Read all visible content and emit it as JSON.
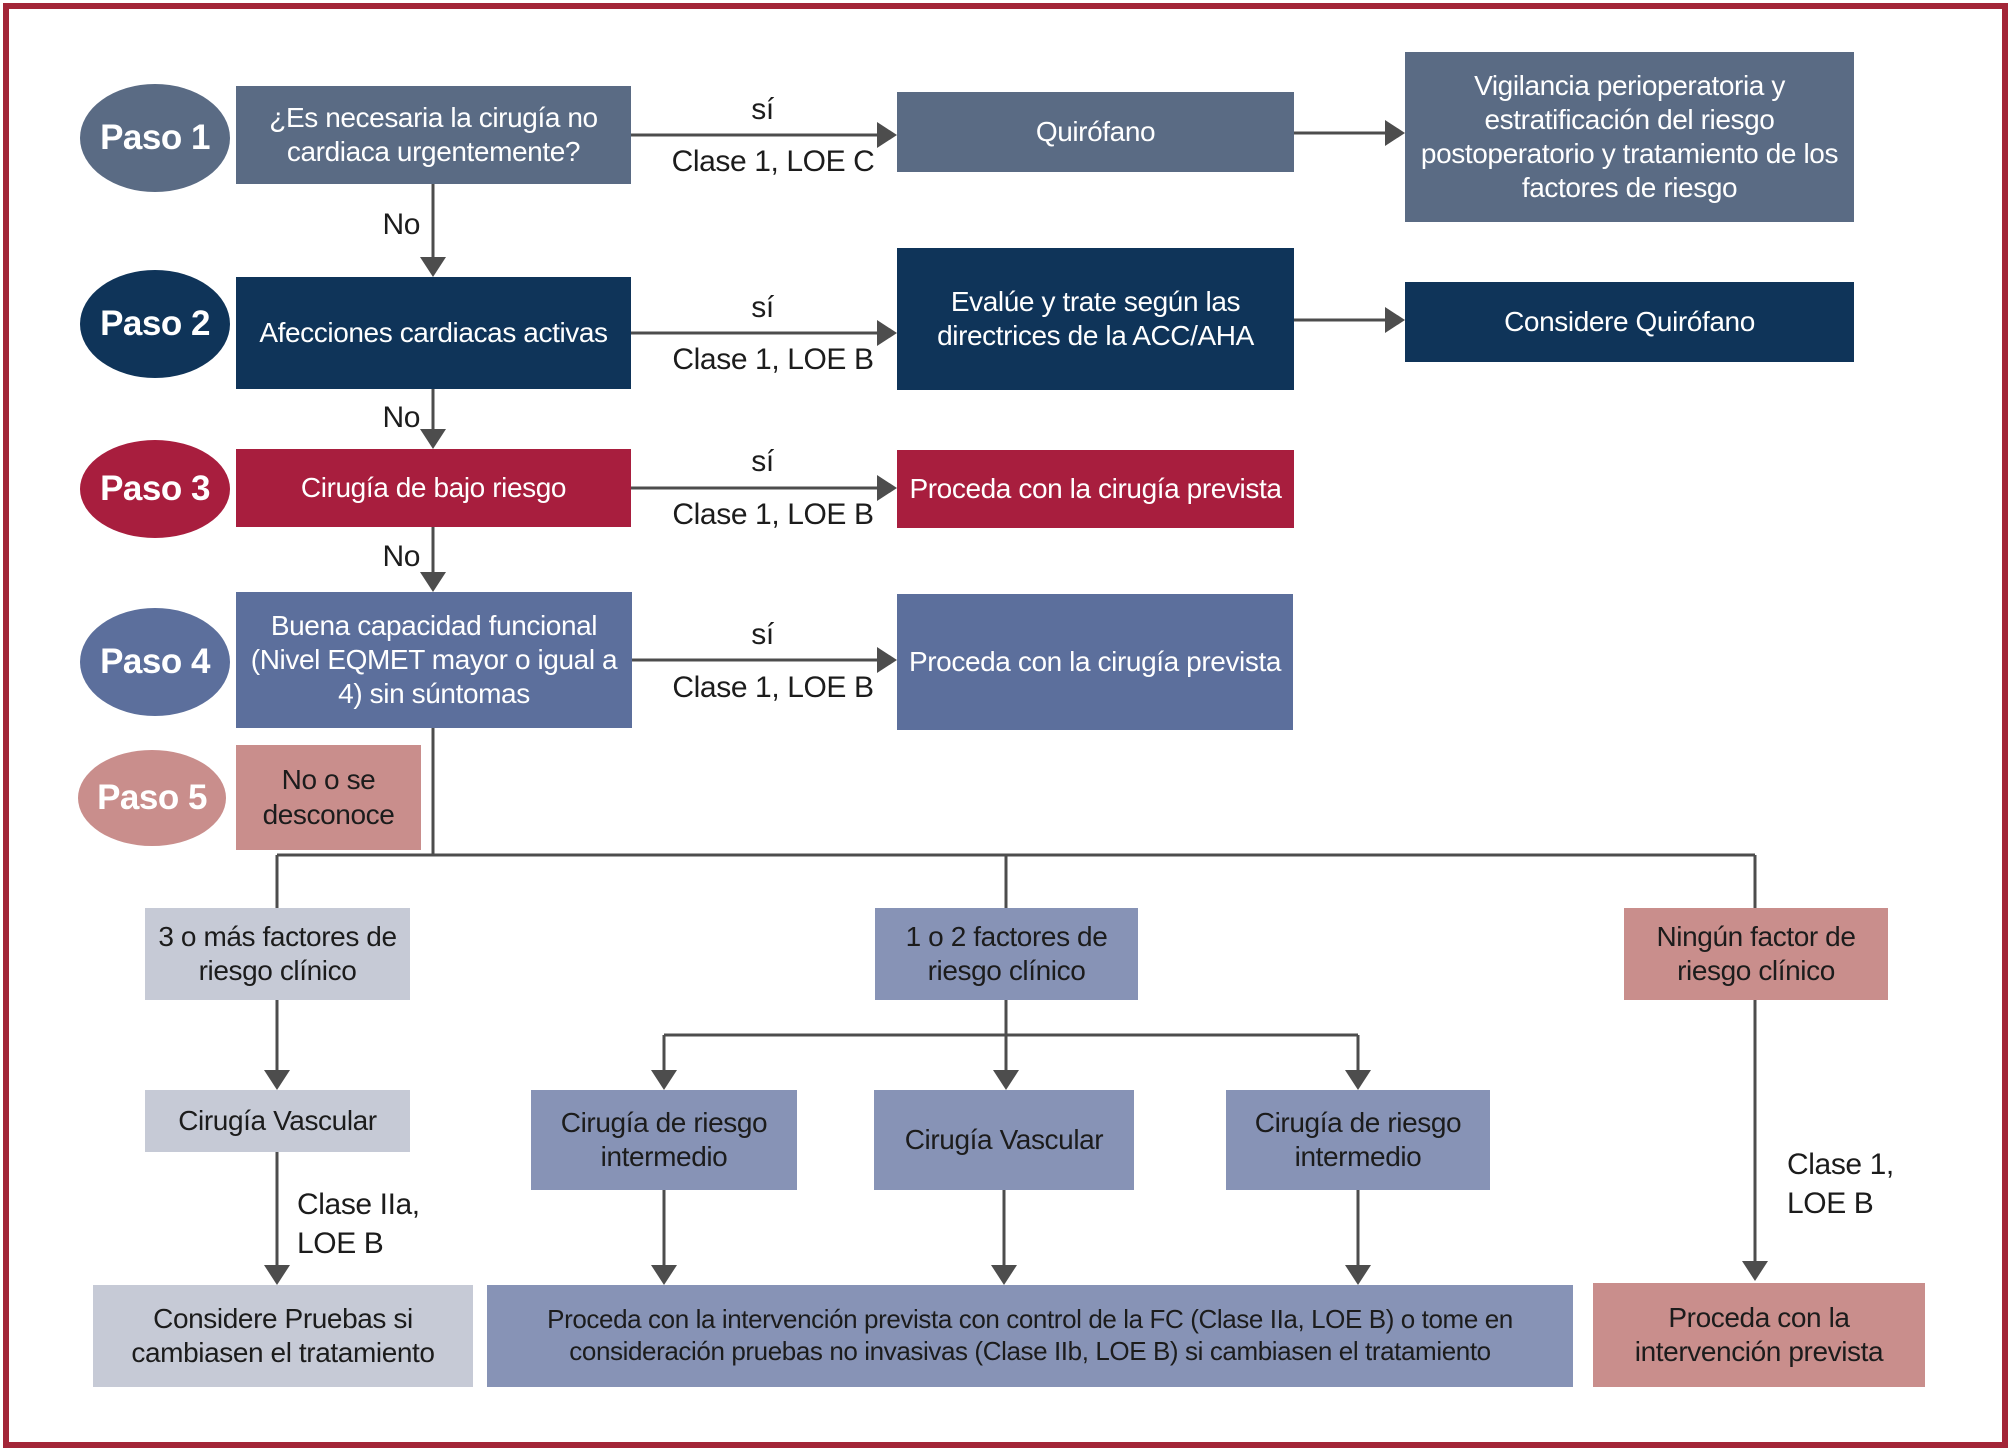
{
  "palette": {
    "slate": "#5a6b84",
    "navy": "#0f3459",
    "red": "#a81e3e",
    "blue": "#5c6f9c",
    "rose": "#c98e8c",
    "gray": "#c6cad6",
    "peri": "#8793b6",
    "line": "#4d4d4d",
    "border": "#a32638"
  },
  "flow": {
    "step1": {
      "badge": "Paso 1",
      "question": "¿Es necesaria la cirugía no cardiaca urgentemente?",
      "yes": "sí",
      "clase": "Clase 1, LOE C",
      "no": "No",
      "then": "Quirófano",
      "final": "Vigilancia perioperatoria y estratificación del riesgo postoperatorio y tratamiento de los factores de riesgo"
    },
    "step2": {
      "badge": "Paso 2",
      "question": "Afecciones cardiacas activas",
      "yes": "sí",
      "clase": "Clase 1, LOE B",
      "no": "No",
      "then": "Evalúe y trate según las directrices de la ACC/AHA",
      "final": "Considere Quirófano"
    },
    "step3": {
      "badge": "Paso 3",
      "question": "Cirugía de bajo riesgo",
      "yes": "sí",
      "clase": "Clase 1, LOE B",
      "no": "No",
      "then": "Proceda con la cirugía prevista"
    },
    "step4": {
      "badge": "Paso 4",
      "question": "Buena capacidad funcional (Nivel EQMET mayor o igual a 4) sin súntomas",
      "yes": "sí",
      "clase": "Clase 1, LOE B",
      "then": "Proceda con la cirugía prevista"
    },
    "step5": {
      "badge": "Paso 5",
      "answer": "No o se desconoce"
    },
    "branch_left": {
      "factors": "3 o más factores de riesgo clínico",
      "surgery": "Cirugía Vascular",
      "clase": "Clase IIa, LOE B",
      "outcome": "Considere Pruebas si cambiasen el tratamiento"
    },
    "branch_mid": {
      "factors": "1 o 2 factores de riesgo clínico",
      "surgery1": "Cirugía de riesgo intermedio",
      "surgery2": "Cirugía Vascular",
      "surgery3": "Cirugía de riesgo intermedio",
      "outcome": "Proceda con la intervención prevista con control de la FC (Clase IIa, LOE B) o tome en consideración pruebas no invasivas (Clase IIb, LOE B) si cambiasen el tratamiento"
    },
    "branch_right": {
      "factors": "Ningún factor de riesgo clínico",
      "clase": "Clase 1, LOE B",
      "outcome": "Proceda con la intervención prevista"
    }
  }
}
